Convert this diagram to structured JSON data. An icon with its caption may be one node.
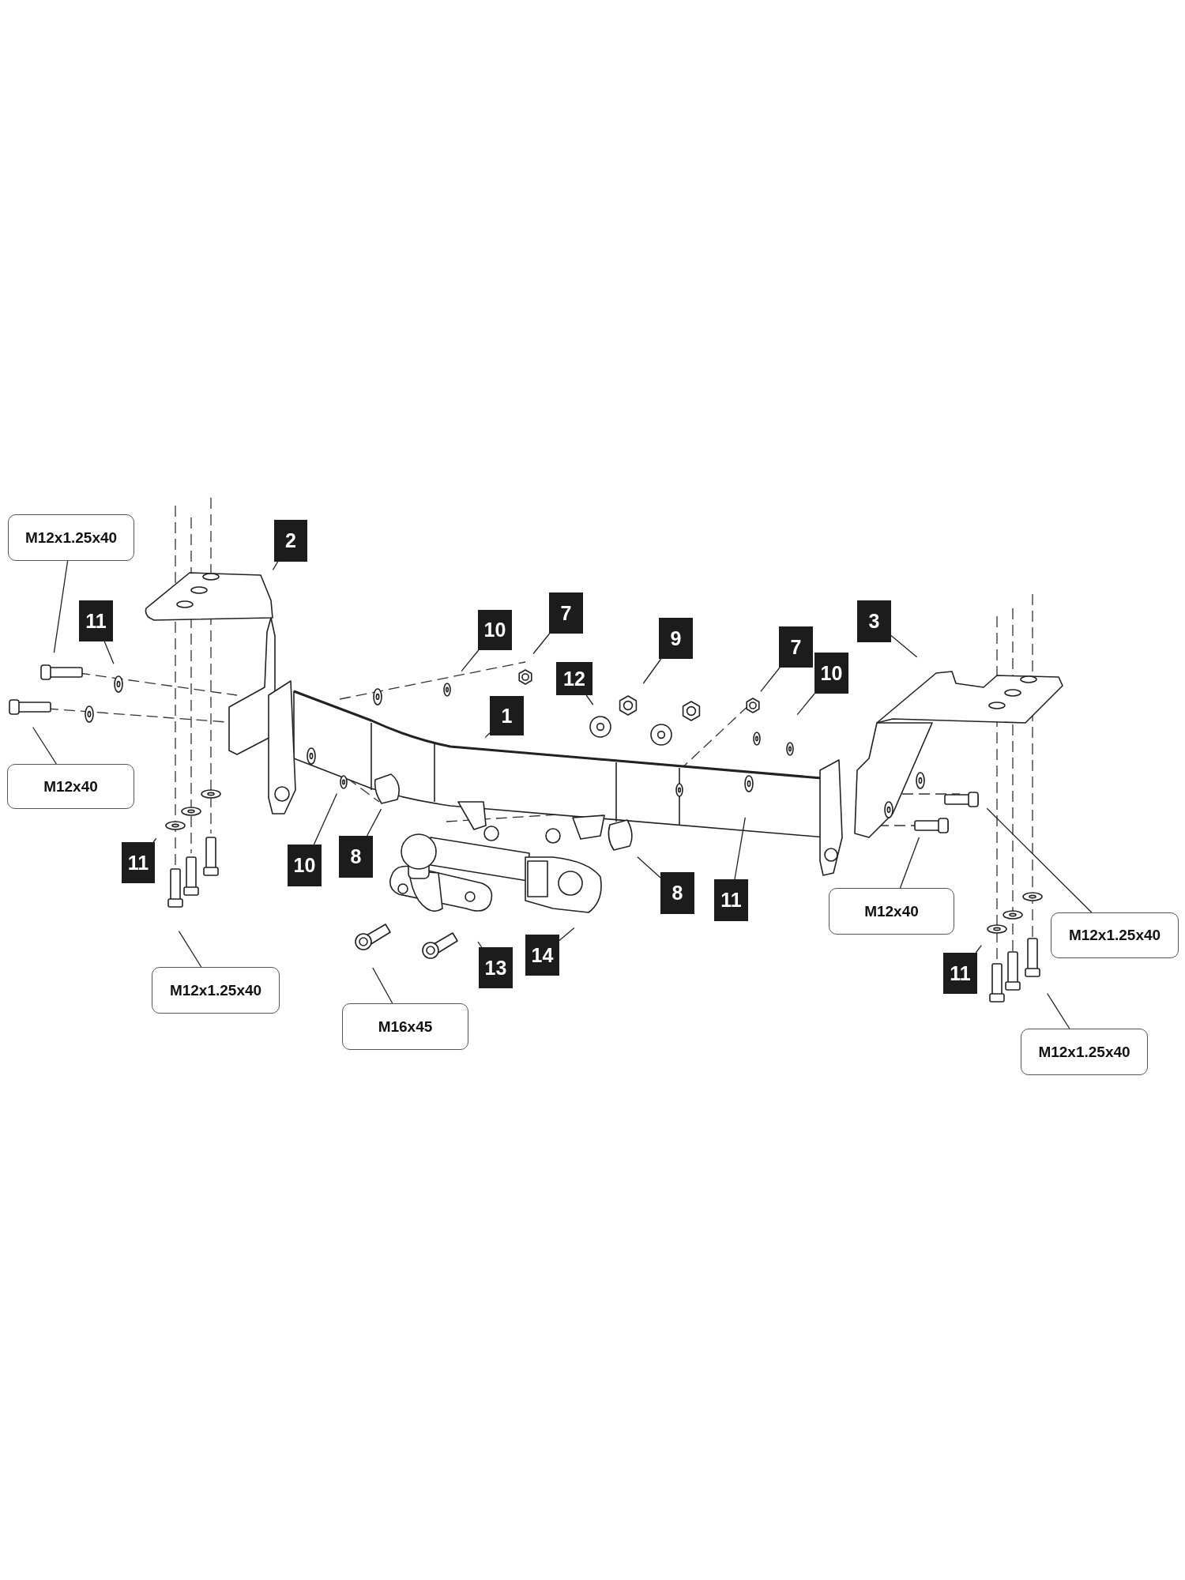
{
  "diagram": {
    "nodes": [
      {
        "text": [
          "M12x1.25x40"
        ]
      },
      {
        "text": [
          "2"
        ]
      },
      {
        "text": [
          "11"
        ]
      },
      {
        "text": [
          "10"
        ]
      },
      {
        "text": [
          "7"
        ]
      },
      {
        "text": [
          "9"
        ]
      },
      {
        "text": [
          "7"
        ]
      },
      {
        "text": [
          "12"
        ]
      },
      {
        "text": [
          "10"
        ]
      },
      {
        "text": [
          "3"
        ]
      },
      {
        "text": [
          "1"
        ]
      },
      {
        "text": [
          "M12x40"
        ]
      },
      {
        "text": [
          "8"
        ]
      },
      {
        "text": [
          "11"
        ]
      },
      {
        "text": [
          "10"
        ]
      },
      {
        "text": [
          "8"
        ]
      },
      {
        "text": [
          "11"
        ]
      },
      {
        "text": [
          "M12x40"
        ]
      },
      {
        "text": [
          "M12x1.25x40"
        ]
      },
      {
        "text": [
          "13"
        ]
      },
      {
        "text": [
          "14"
        ]
      },
      {
        "text": [
          "11"
        ]
      },
      {
        "text": [
          "M12x1.25x40"
        ]
      },
      {
        "text": [
          "M16x45"
        ]
      },
      {
        "text": [
          "M12x1.25x40"
        ]
      }
    ],
    "edges": [
      {
        "from": 0,
        "to": null,
        "arrow": "none"
      },
      {
        "from": 1,
        "to": null,
        "arrow": "none"
      },
      {
        "from": 2,
        "to": null,
        "arrow": "none"
      },
      {
        "from": 3,
        "to": null,
        "arrow": "none"
      },
      {
        "from": 4,
        "to": null,
        "arrow": "none"
      },
      {
        "from": 5,
        "to": null,
        "arrow": "none"
      },
      {
        "from": 6,
        "to": null,
        "arrow": "none"
      },
      {
        "from": 7,
        "to": null,
        "arrow": "none"
      },
      {
        "from": 8,
        "to": null,
        "arrow": "none"
      },
      {
        "from": 9,
        "to": null,
        "arrow": "none"
      },
      {
        "from": 10,
        "to": null,
        "arrow": "none"
      },
      {
        "from": 11,
        "to": null,
        "arrow": "none"
      },
      {
        "from": 12,
        "to": null,
        "arrow": "none"
      },
      {
        "from": 13,
        "to": null,
        "arrow": "none"
      },
      {
        "from": 14,
        "to": null,
        "arrow": "none"
      },
      {
        "from": 15,
        "to": null,
        "arrow": "none"
      },
      {
        "from": 16,
        "to": null,
        "arrow": "none"
      },
      {
        "from": 17,
        "to": null,
        "arrow": "none"
      },
      {
        "from": 18,
        "to": null,
        "arrow": "none"
      },
      {
        "from": 19,
        "to": null,
        "arrow": "none"
      },
      {
        "from": 20,
        "to": null,
        "arrow": "none"
      },
      {
        "from": 21,
        "to": null,
        "arrow": "none"
      },
      {
        "from": 22,
        "to": null,
        "arrow": "none"
      },
      {
        "from": 23,
        "to": null,
        "arrow": "none"
      },
      {
        "from": 24,
        "to": null,
        "arrow": "none"
      }
    ]
  }
}
